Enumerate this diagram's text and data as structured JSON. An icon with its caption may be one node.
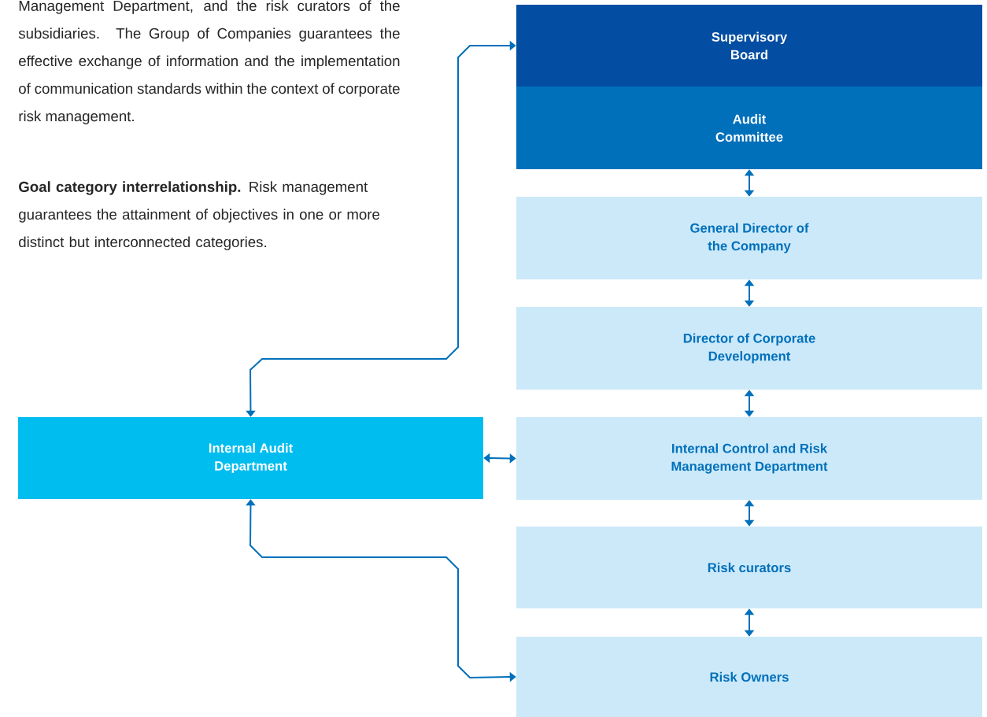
{
  "diagram": {
    "nodes": [
      {
        "text": [
          "Supervisory Board"
        ]
      },
      {
        "text": [
          "Audit Committee"
        ]
      },
      {
        "text": [
          "General Director of the Company"
        ]
      },
      {
        "text": [
          "Director of Corporate Development"
        ]
      },
      {
        "text": [
          "Internal Control and Risk Management Department"
        ]
      },
      {
        "text": [
          "Risk curators"
        ]
      },
      {
        "text": [
          "Risk Owners"
        ]
      },
      {
        "text": [
          "Internal Audit Department"
        ]
      }
    ],
    "edges": [
      {
        "from": 7,
        "to": 0,
        "arrow": "both"
      },
      {
        "from": 1,
        "to": 2,
        "arrow": "both"
      },
      {
        "from": 2,
        "to": 3,
        "arrow": "both"
      },
      {
        "from": 3,
        "to": 4,
        "arrow": "both"
      },
      {
        "from": 4,
        "to": 5,
        "arrow": "both"
      },
      {
        "from": 5,
        "to": 6,
        "arrow": "both"
      },
      {
        "from": 7,
        "to": 4,
        "arrow": "both"
      },
      {
        "from": 7,
        "to": 6,
        "arrow": "both"
      }
    ],
    "labels": [
      "Management Department, and the risk curators of the subsidiaries. The Group of Companies guarantees the effective exchange of information and the implementation of communication standards within the context of corporate risk management.",
      "**Goal category interrelationship.** Risk management guarantees the attainment of objectives in one or more distinct but interconnected categories."
    ]
  }
}
